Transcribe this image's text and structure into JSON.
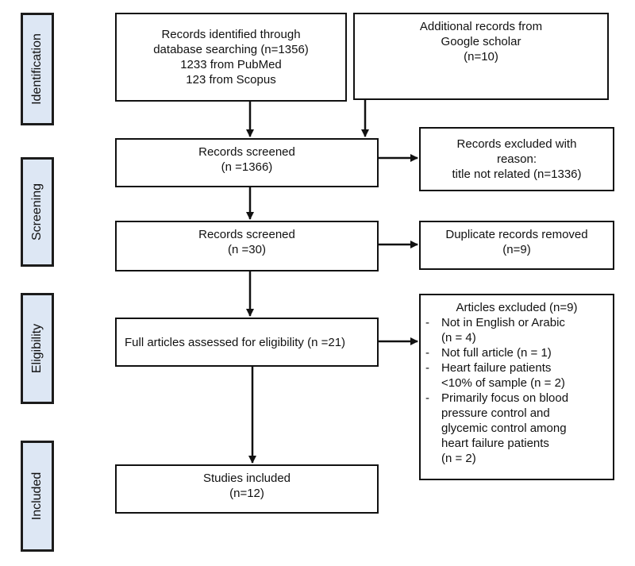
{
  "phases": [
    "Identification",
    "Screening",
    "Eligibility",
    "Included"
  ],
  "nodes": {
    "records_identified": [
      "Records identified through",
      "database searching (n=1356)",
      "1233 from PubMed",
      "123 from Scopus"
    ],
    "additional_records": [
      "Additional records from",
      "Google scholar",
      "(n=10)"
    ],
    "records_screened_1": [
      "Records screened",
      "(n =1366)"
    ],
    "excluded_reason": [
      "Records excluded with",
      "reason:",
      "title not related (n=1336)"
    ],
    "records_screened_2": [
      "Records screened",
      "(n =30)"
    ],
    "duplicates_removed": [
      "Duplicate records removed",
      "(n=9)"
    ],
    "full_articles": [
      "Full articles assessed for eligibility (n =21)"
    ],
    "studies_included": [
      "Studies included",
      "(n=12)"
    ],
    "articles_excluded": {
      "title": "Articles excluded (n=9)",
      "items": [
        [
          "Not in English or Arabic",
          "(n = 4)"
        ],
        [
          "Not full article (n = 1)"
        ],
        [
          "Heart failure patients",
          "<10% of sample (n = 2)"
        ],
        [
          "Primarily focus on blood",
          "pressure control and",
          "glycemic control among",
          "heart failure patients",
          "(n = 2)"
        ]
      ]
    }
  },
  "edges": [
    [
      "records_identified",
      "records_screened_1"
    ],
    [
      "additional_records",
      "records_screened_1"
    ],
    [
      "records_screened_1",
      "excluded_reason"
    ],
    [
      "records_screened_1",
      "records_screened_2"
    ],
    [
      "records_screened_2",
      "duplicates_removed"
    ],
    [
      "records_screened_2",
      "full_articles"
    ],
    [
      "full_articles",
      "articles_excluded"
    ],
    [
      "full_articles",
      "studies_included"
    ]
  ]
}
